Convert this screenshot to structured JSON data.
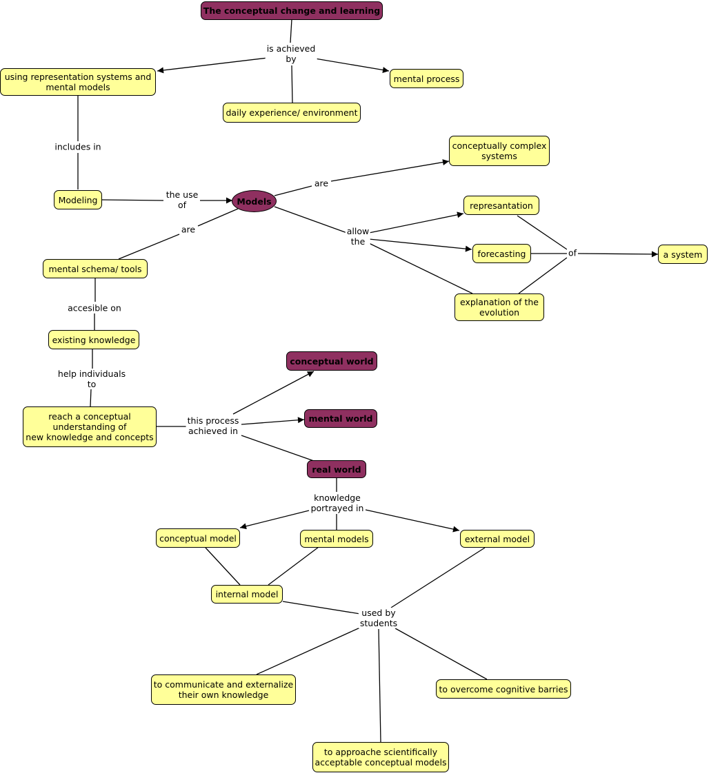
{
  "concepts": {
    "root": "The conceptual change and learning",
    "repsys": "using representation systems and\nmental models",
    "mentalproc": "mental process",
    "daily": "daily experience/ environment",
    "modeling": "Modeling",
    "models": "Models",
    "complex": "conceptually complex\nsystems",
    "represent": "represantation",
    "forecast": "forecasting",
    "explain": "explanation of the\nevolution",
    "system": "a system",
    "schema": "mental schema/ tools",
    "existing": "existing knowledge",
    "reach": "reach a conceptual\nunderstanding of\nnew knowledge and concepts",
    "cworld": "conceptual world",
    "mworld": "mental world",
    "rworld": "real world",
    "cmodel": "conceptual model",
    "mmodels": "mental models",
    "extmodel": "external model",
    "intmodel": "internal model",
    "communicate": "to communicate and externalize\ntheir own knowledge",
    "overcome": "to overcome cognitive barries",
    "approach": "to approache scientifically\nacceptable conceptual models"
  },
  "link_labels": {
    "achieved": "is achieved\nby",
    "includes": "includes in",
    "useof": "the use\nof",
    "are1": "are",
    "are2": "are",
    "allow": "allow\nthe",
    "of": "of",
    "accesible": "accesible on",
    "help": "help individuals\nto",
    "process": "this process\nachieved in",
    "portrayed": "knowledge\nportrayed in",
    "usedby": "used by\nstudents"
  },
  "colors": {
    "concept_fill": "#ffff99",
    "highlight_fill": "#8f3060",
    "line": "#000000"
  }
}
